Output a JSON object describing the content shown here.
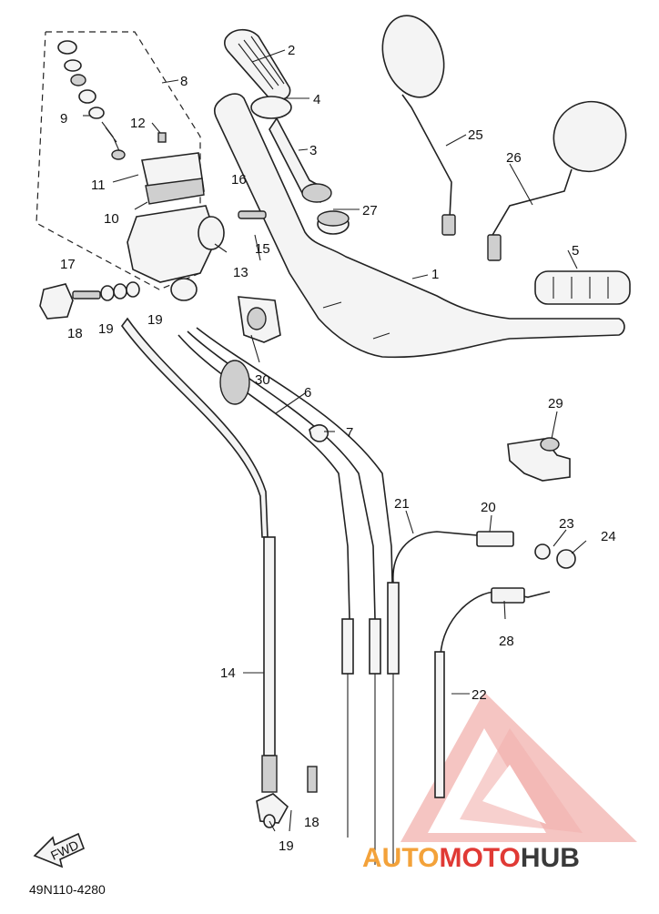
{
  "diagram_code": "49N110-4280",
  "fwd_label": "FWD",
  "watermark": {
    "brand_a": "AUTO",
    "brand_b": "MOTO",
    "brand_c": "HUB",
    "color_red": "#e03a35",
    "color_orange": "#f3a23a",
    "color_pale": "#f2b1ae"
  },
  "callouts": {
    "c1": "1",
    "c2": "2",
    "c3": "3",
    "c4": "4",
    "c5": "5",
    "c6": "6",
    "c7": "7",
    "c8": "8",
    "c9": "9",
    "c10": "10",
    "c11": "11",
    "c12": "12",
    "c13": "13",
    "c14": "14",
    "c15": "15",
    "c16": "16",
    "c17": "17",
    "c18a": "18",
    "c18b": "18",
    "c19a": "19",
    "c19b": "19",
    "c19c": "19",
    "c20": "20",
    "c21": "21",
    "c22": "22",
    "c23": "23",
    "c24": "24",
    "c25": "25",
    "c26": "26",
    "c27": "27",
    "c28": "28",
    "c29": "29",
    "c30": "30"
  }
}
